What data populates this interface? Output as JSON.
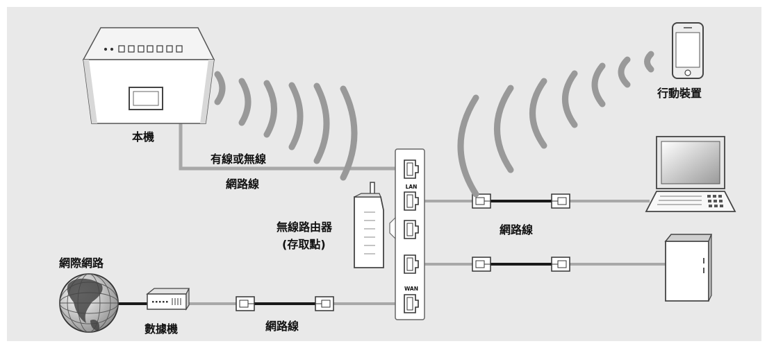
{
  "labels": {
    "unit": "本機",
    "wired_or_wireless": "有線或無線",
    "network_cable_1": "網路線",
    "router_line1": "無線路由器",
    "router_line2": "(存取點)",
    "network_cable_2": "網路線",
    "mobile_device": "行動裝置",
    "internet": "網際網路",
    "modem": "數據機",
    "network_cable_3": "網路線"
  },
  "port_labels": {
    "lan": "LAN",
    "wan": "WAN"
  },
  "colors": {
    "background": "#e9e9e9",
    "cable_gray": "#a8a8a8",
    "cable_black": "#1a1a1a",
    "wave_gray": "#999999",
    "device_outline": "#555555"
  }
}
